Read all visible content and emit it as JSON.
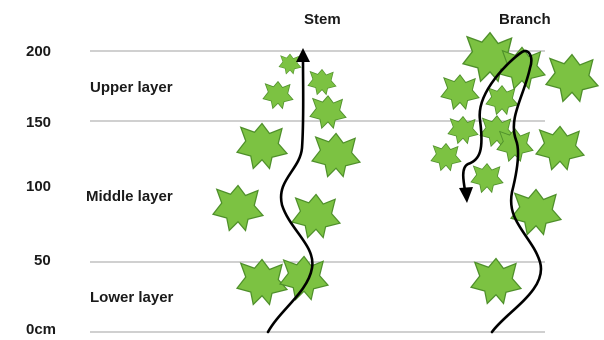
{
  "labels": {
    "stem": "Stem",
    "branch": "Branch"
  },
  "height_ticks": [
    "200",
    "150",
    "100",
    "50",
    "0cm"
  ],
  "layers": {
    "upper": "Upper layer",
    "middle": "Middle layer",
    "lower": "Lower layer"
  },
  "colors": {
    "leaf_fill": "#7cc242",
    "leaf_stroke": "#4e8f2a",
    "guide_line": "#b5b5b5",
    "stem_line": "#000000"
  },
  "icons": {
    "leaf": "ivy-leaf-icon",
    "arrow": "arrowhead-icon"
  }
}
